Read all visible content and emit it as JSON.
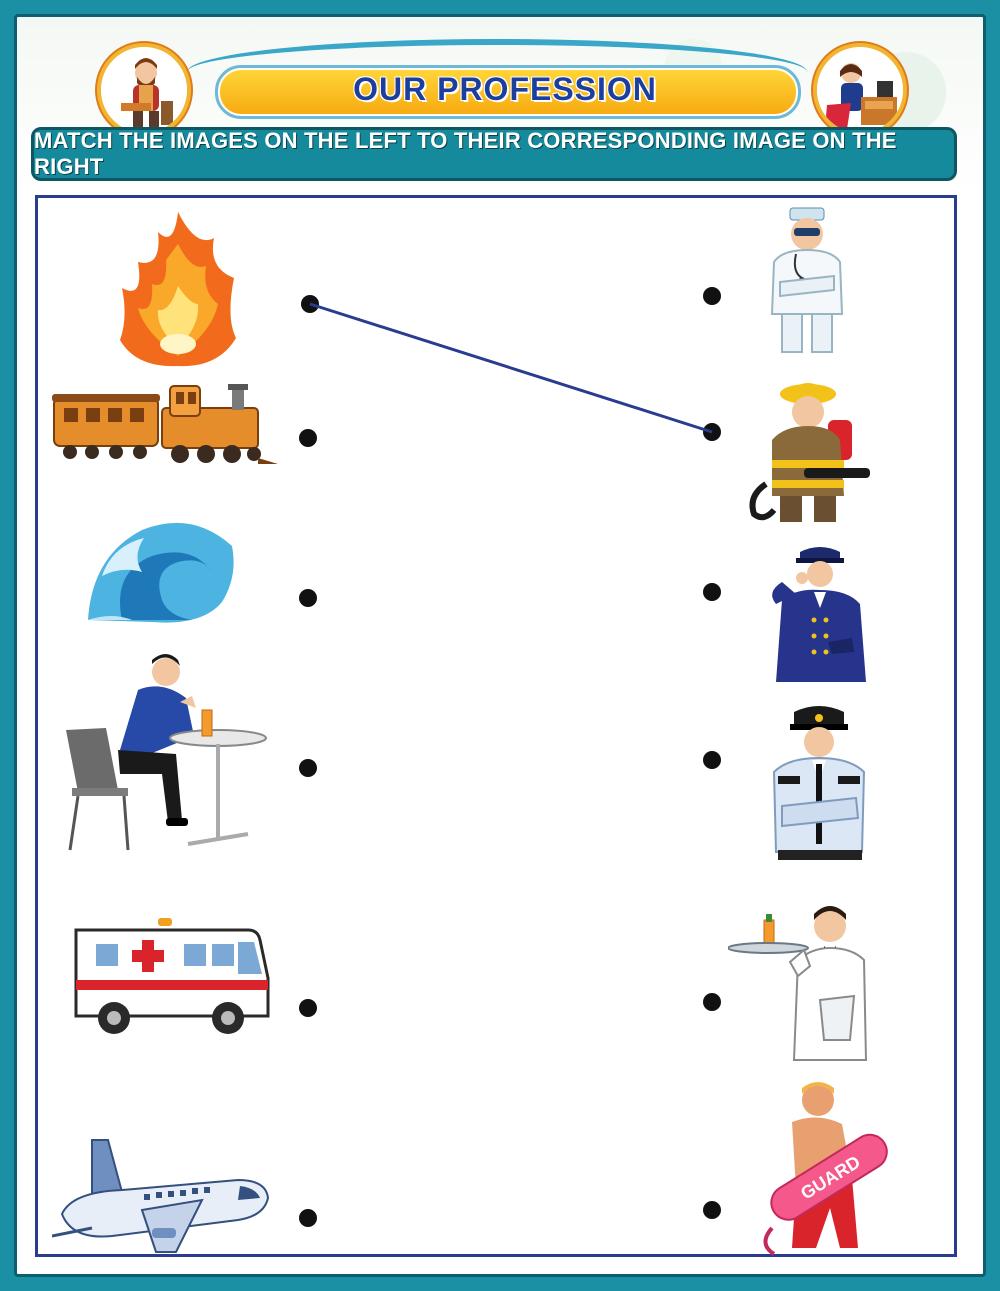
{
  "header": {
    "title": "OUR PROFESSION",
    "instruction": "MATCH THE IMAGES ON THE LEFT TO THEIR CORRESPONDING IMAGE ON THE RIGHT"
  },
  "left_items": [
    {
      "icon": "fire-icon"
    },
    {
      "icon": "train-icon"
    },
    {
      "icon": "wave-icon"
    },
    {
      "icon": "diner-icon"
    },
    {
      "icon": "ambulance-icon"
    },
    {
      "icon": "airplane-icon"
    }
  ],
  "right_items": [
    {
      "icon": "doctor-icon"
    },
    {
      "icon": "firefighter-icon"
    },
    {
      "icon": "train-conductor-icon"
    },
    {
      "icon": "pilot-icon"
    },
    {
      "icon": "waiter-icon"
    },
    {
      "icon": "lifeguard-icon"
    }
  ],
  "lifeguard_buoy_text": "GUARD",
  "colors": {
    "frame": "#1b8fa3",
    "title_text": "#1c3f9e",
    "match_line": "#2a3c8f"
  }
}
